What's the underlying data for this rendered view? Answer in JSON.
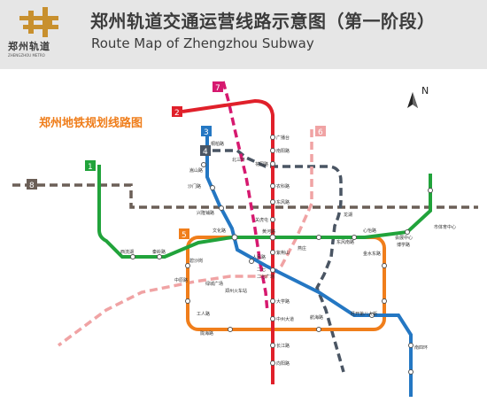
{
  "header": {
    "title_cn": "郑州轨道交通运营线路示意图（第一阶段）",
    "title_en": "Route Map of Zhengzhou Subway",
    "logo_text_cn": "郑州轨道",
    "logo_text_en": "ZHENGZHOU METRO"
  },
  "map": {
    "plan_title": "郑州地铁规划线路图",
    "compass": "N",
    "lines": [
      {
        "id": "1",
        "color": "#21a33b"
      },
      {
        "id": "2",
        "color": "#e0202a"
      },
      {
        "id": "3",
        "color": "#2477c3"
      },
      {
        "id": "4",
        "color": "#4a5563"
      },
      {
        "id": "5",
        "color": "#f07e1b"
      },
      {
        "id": "6",
        "color": "#f0a3a4"
      },
      {
        "id": "7",
        "color": "#d6196f"
      },
      {
        "id": "8",
        "color": "#6b5f57"
      }
    ],
    "stations": [
      "广播台",
      "南阳路",
      "花园路",
      "农科路",
      "东风路",
      "关虎屯",
      "黄河路",
      "紫荆山",
      "人民路",
      "北三环",
      "二七广场",
      "二七",
      "绿城广场",
      "碧沙岗",
      "中原路",
      "西流湖",
      "秦岭路",
      "大学路",
      "工人路",
      "中州大道",
      "燕庄",
      "博学路",
      "心怡路",
      "会展中心",
      "市体育中心",
      "桐柏路",
      "嵩山路",
      "陇海路",
      "航海路",
      "南四环",
      "向阳路",
      "长江路",
      "龙湖",
      "沙门路",
      "兴隆铺路",
      "东风南路",
      "金水东路",
      "郑州火车站",
      "文化路",
      "经开第八大街"
    ]
  }
}
